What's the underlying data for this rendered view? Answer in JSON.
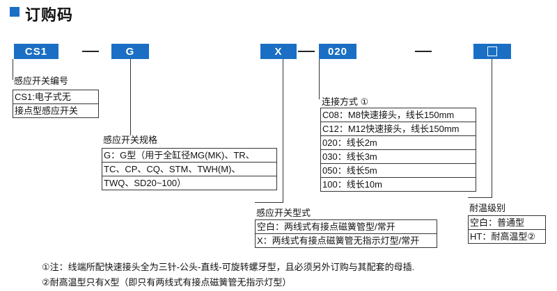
{
  "heading": "订购码",
  "codes": {
    "c1": "CS1",
    "c2": "G",
    "c3": "X",
    "c4": "020",
    "c5": ""
  },
  "dash": "—",
  "sensor_number": {
    "title": "感应开关编号",
    "rows": [
      "CS1:电子式无",
      "接点型感应开关"
    ]
  },
  "sensor_spec": {
    "title": "感应开关规格",
    "rows": [
      "G：G型（用于全缸径MG(MK)、TR、",
      "TC、CP、CQ、STM、TWH(M)、",
      "TWQ、SD20~100）"
    ]
  },
  "sensor_type": {
    "title": "感应开关型式",
    "rows": [
      "空白：两线式有接点磁簧管型/常开",
      "X：两线式有接点磁簧管无指示灯型/常开"
    ]
  },
  "connection": {
    "title": "连接方式 ①",
    "rows": [
      "C08：M8快速接头，线长150mm",
      "C12：M12快速接头，线长150mm",
      "020：线长2m",
      "030：线长3m",
      "050：线长5m",
      "100：线长10m"
    ]
  },
  "temp_grade": {
    "title": "耐温级别",
    "rows": [
      "空白：普通型",
      "HT：耐高温型②"
    ]
  },
  "notes": [
    "①注：线端所配快速接头全为三针-公头-直线-可旋转螺牙型，且必须另外订购与其配套的母插.",
    "②耐高温型只有X型（即只有两线式有接点磁簧管无指示灯型）"
  ],
  "colors": {
    "accent": "#1a6fc4",
    "line": "#333333"
  }
}
